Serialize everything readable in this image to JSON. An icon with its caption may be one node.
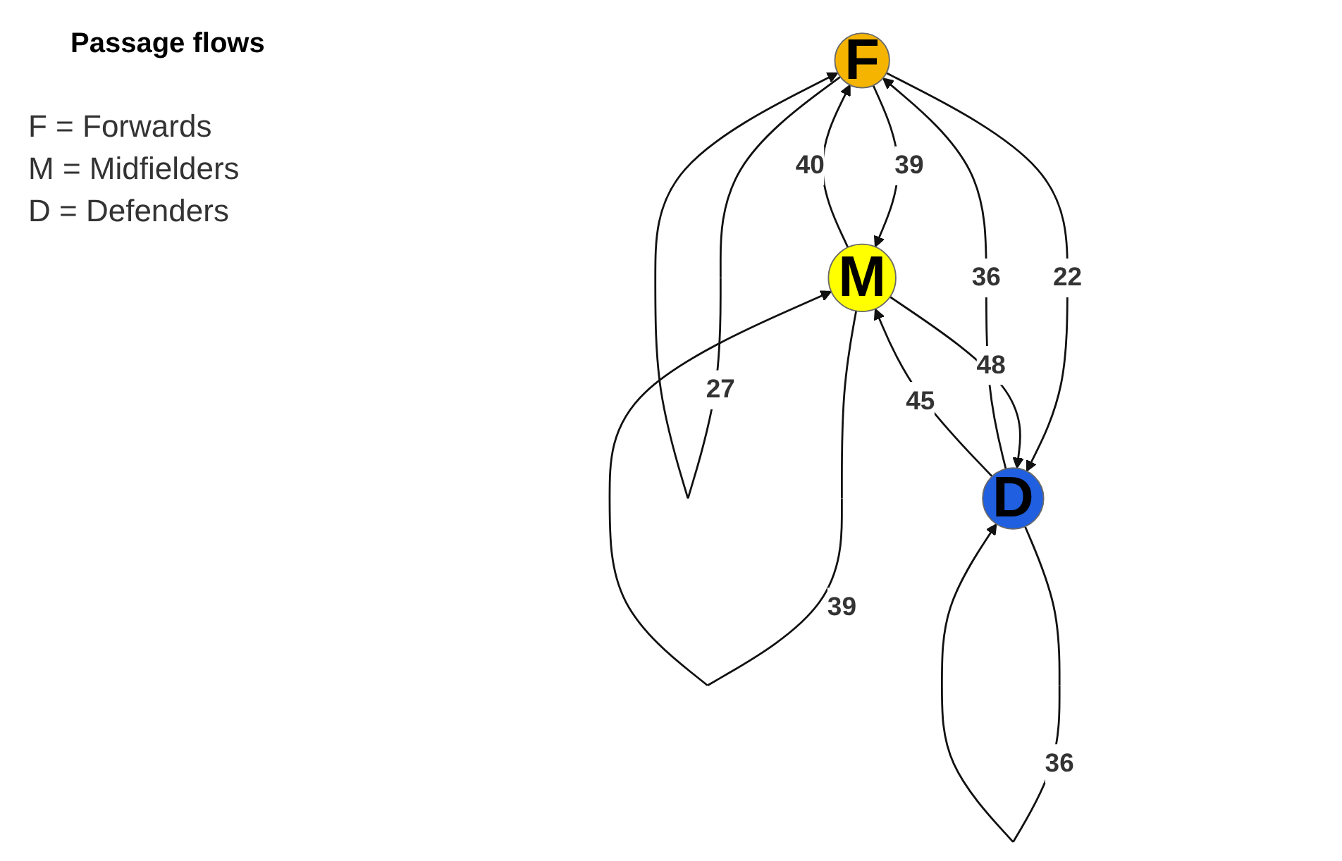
{
  "diagram": {
    "title": "Passage flows",
    "nodes": [
      {
        "text": [
          "F"
        ]
      },
      {
        "text": [
          "M"
        ]
      },
      {
        "text": [
          "D"
        ]
      }
    ],
    "edges": [
      {
        "from": 0,
        "to": 0,
        "arrow": "to",
        "label": "27"
      },
      {
        "from": 1,
        "to": 0,
        "arrow": "to",
        "label": "40"
      },
      {
        "from": 0,
        "to": 1,
        "arrow": "to",
        "label": "39"
      },
      {
        "from": 0,
        "to": 2,
        "arrow": "to",
        "label": "22"
      },
      {
        "from": 2,
        "to": 0,
        "arrow": "to",
        "label": "36"
      },
      {
        "from": 1,
        "to": 1,
        "arrow": "to",
        "label": "39"
      },
      {
        "from": 2,
        "to": 2,
        "arrow": "to",
        "label": "36"
      },
      {
        "from": 1,
        "to": 2,
        "arrow": "to",
        "label": "48"
      },
      {
        "from": 2,
        "to": 1,
        "arrow": "to",
        "label": "45"
      }
    ],
    "labels": [
      "F = Forwards",
      "M = Midfielders",
      "D = Defenders"
    ]
  }
}
